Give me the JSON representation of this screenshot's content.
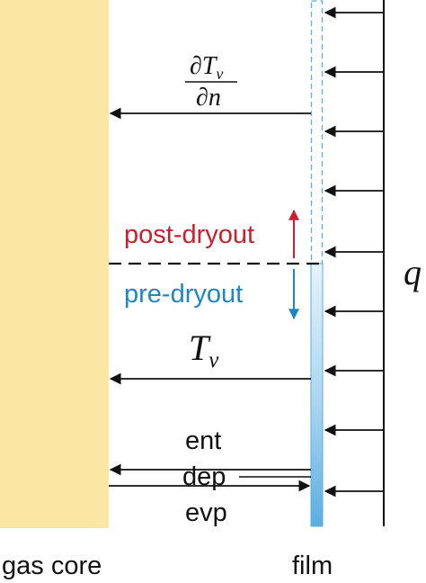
{
  "labels": {
    "gas_core": "gas core",
    "film": "film",
    "heat_flux": "q",
    "post_dryout": "post-dryout",
    "pre_dryout": "pre-dryout",
    "ent": "ent",
    "dep": "dep",
    "evp": "evp",
    "vapor_temp_main": "T",
    "vapor_temp_sub": "v",
    "gradient_numerator_partial": "∂T",
    "gradient_numerator_sub": "v",
    "gradient_denominator": "∂n"
  },
  "colors": {
    "gas_core": "#fbe7a3",
    "film_wet": "#a9d4f0",
    "film_edge": "#5aaee0",
    "post_dryout": "#c8202f",
    "pre_dryout": "#1f86c2",
    "line": "#111111"
  }
}
